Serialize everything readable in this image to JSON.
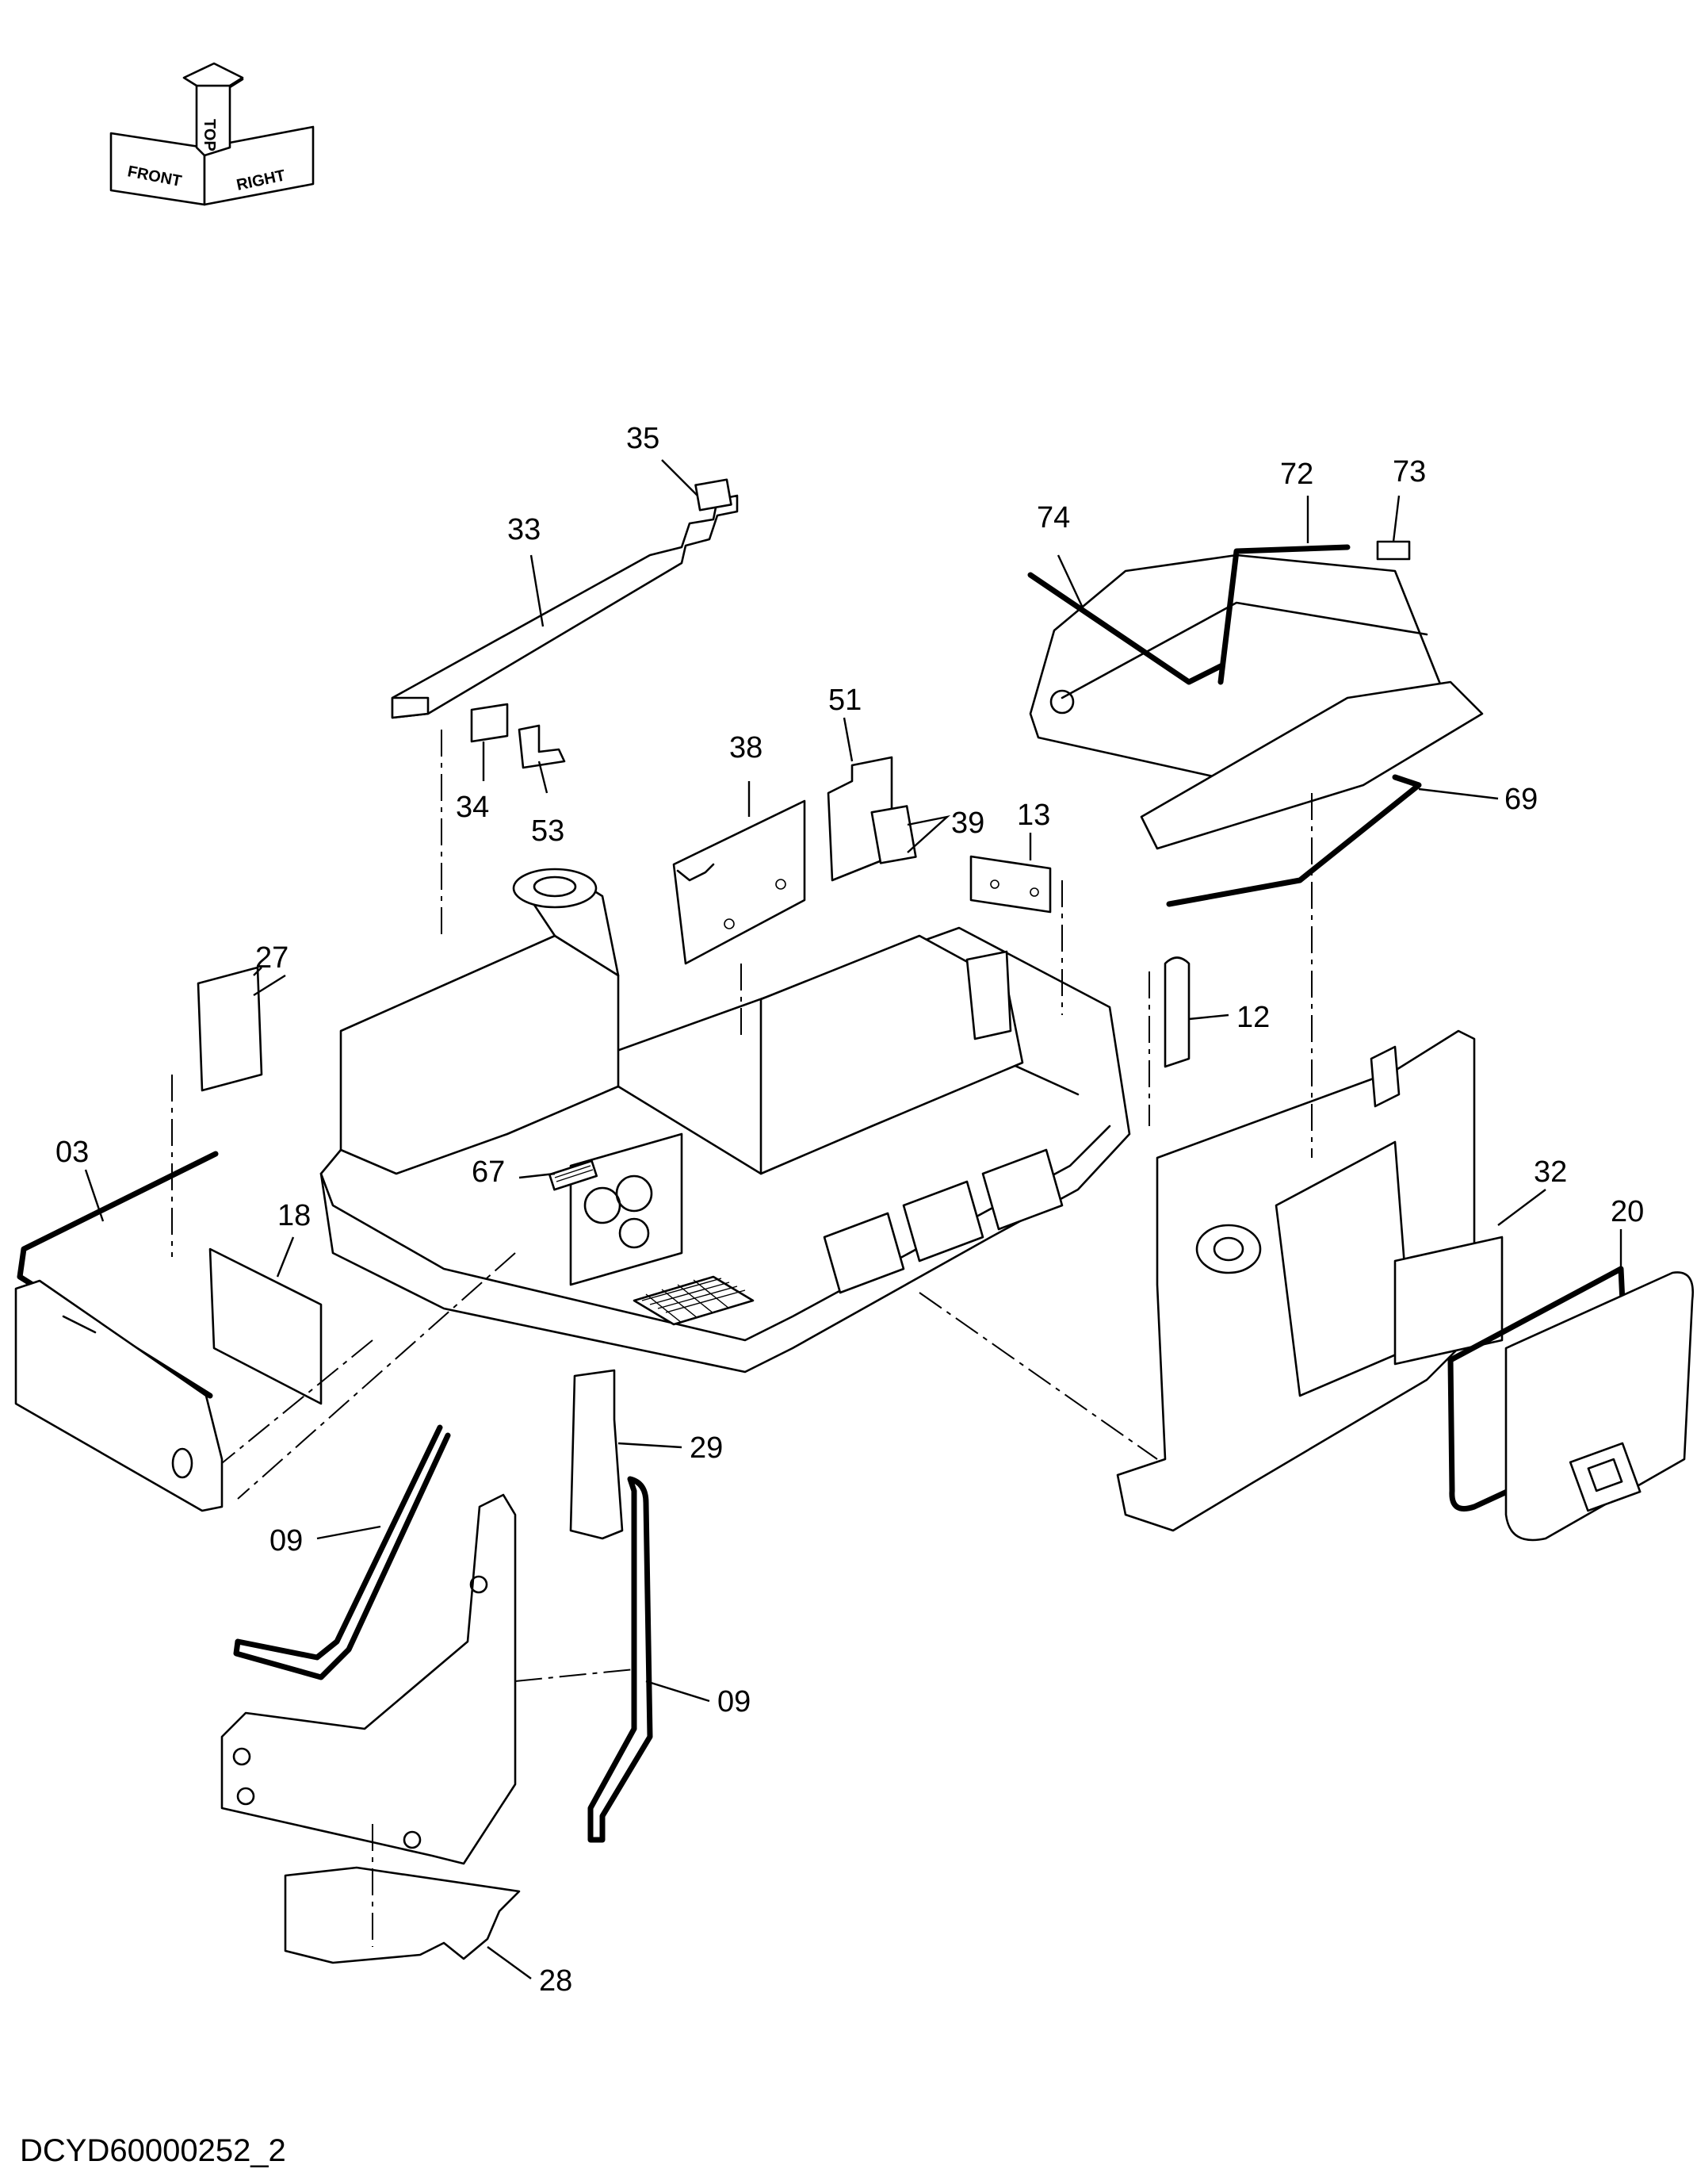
{
  "document_code": "DCYD60000252_2",
  "orientation": {
    "top": "TOP",
    "front": "FRONT",
    "right": "RIGHT"
  },
  "callouts": [
    {
      "id": "c35",
      "label": "35"
    },
    {
      "id": "c33",
      "label": "33"
    },
    {
      "id": "c34",
      "label": "34"
    },
    {
      "id": "c53",
      "label": "53"
    },
    {
      "id": "c38",
      "label": "38"
    },
    {
      "id": "c51",
      "label": "51"
    },
    {
      "id": "c39",
      "label": "39"
    },
    {
      "id": "c13",
      "label": "13"
    },
    {
      "id": "c72",
      "label": "72"
    },
    {
      "id": "c73",
      "label": "73"
    },
    {
      "id": "c74",
      "label": "74"
    },
    {
      "id": "c69",
      "label": "69"
    },
    {
      "id": "c27",
      "label": "27"
    },
    {
      "id": "c03",
      "label": "03"
    },
    {
      "id": "c18",
      "label": "18"
    },
    {
      "id": "c67",
      "label": "67"
    },
    {
      "id": "c12",
      "label": "12"
    },
    {
      "id": "c32",
      "label": "32"
    },
    {
      "id": "c20",
      "label": "20"
    },
    {
      "id": "c29",
      "label": "29"
    },
    {
      "id": "c09a",
      "label": "09"
    },
    {
      "id": "c09b",
      "label": "09"
    },
    {
      "id": "c28",
      "label": "28"
    }
  ]
}
